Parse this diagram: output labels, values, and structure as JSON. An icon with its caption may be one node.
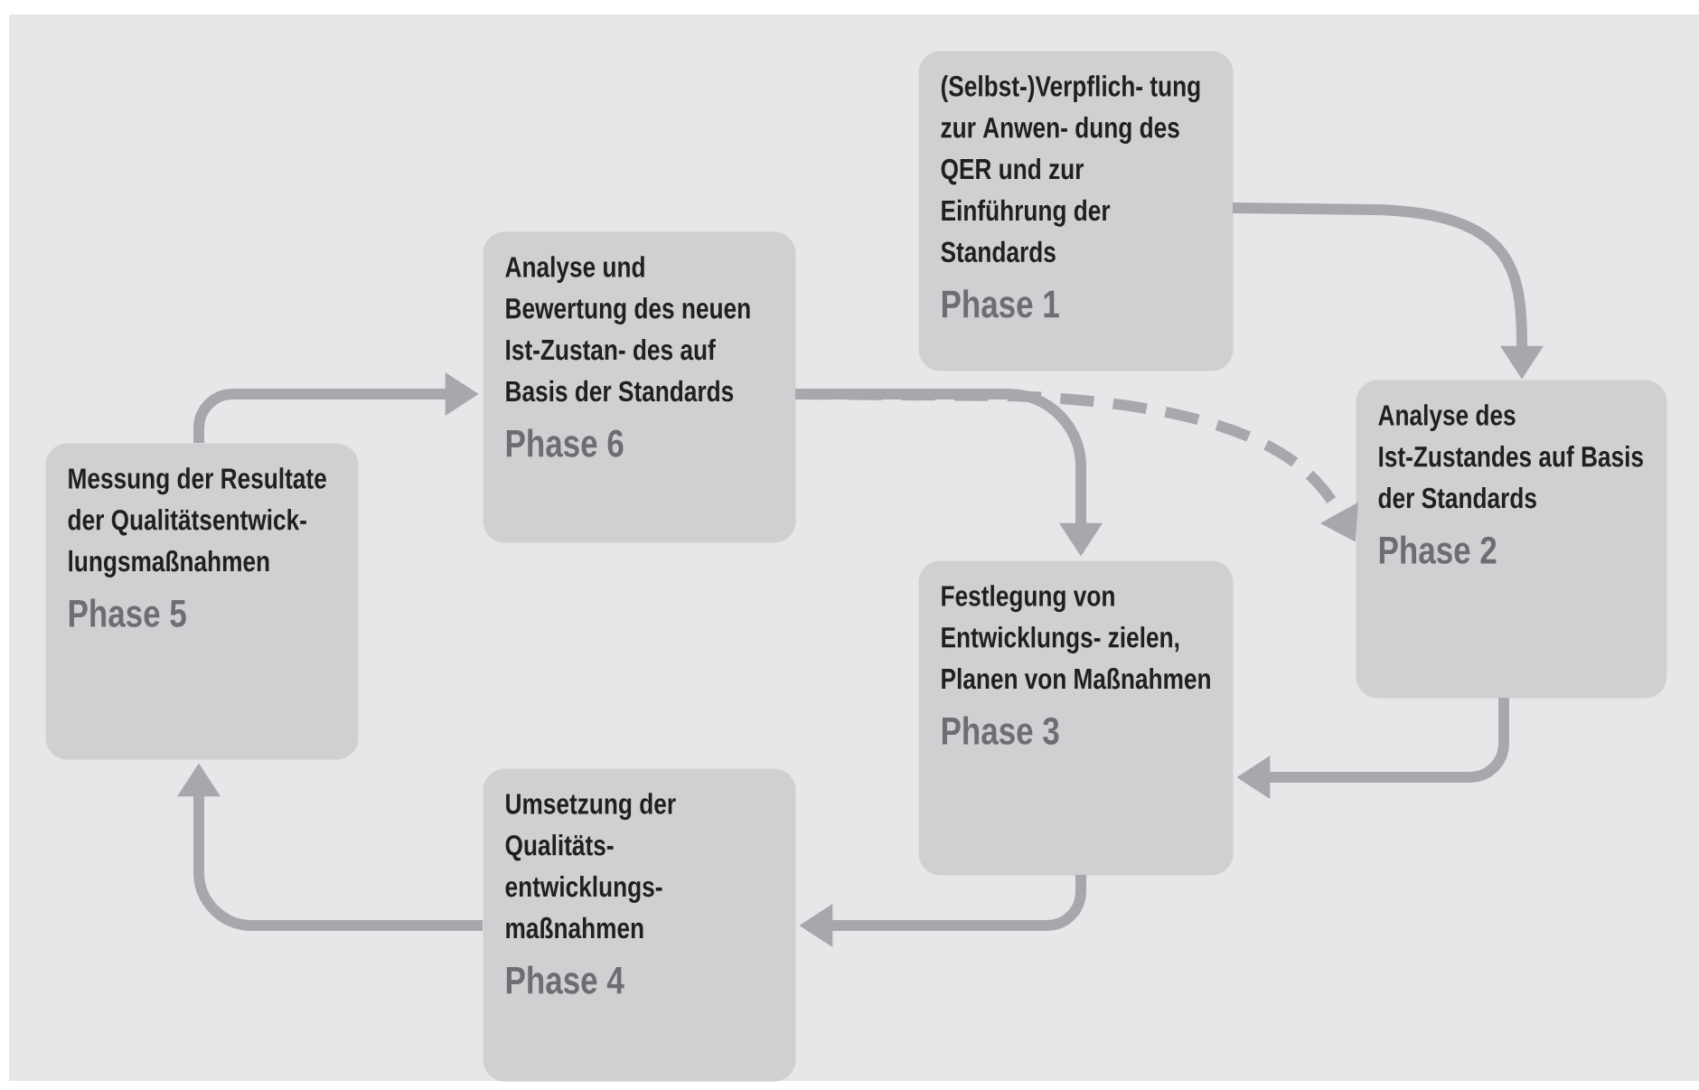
{
  "diagram": {
    "nodes": [
      {
        "text": [
          "(Selbst-)Verpflich- tung zur Anwen- dung des QER und zur Einführung der Standards",
          "Phase 1"
        ]
      },
      {
        "text": [
          "Analyse und Bewertung des neuen Ist-Zustan- des auf Basis der Standards",
          "Phase 6"
        ]
      },
      {
        "text": [
          "Analyse des Ist-Zustandes auf Basis der Standards",
          "Phase 2"
        ]
      },
      {
        "text": [
          "Messung der Resultate der Qualitätsentwick- lungsmaßnahmen",
          "Phase 5"
        ]
      },
      {
        "text": [
          "Festlegung von Entwicklungs- zielen, Planen von Maßnahmen",
          "Phase 3"
        ]
      },
      {
        "text": [
          "Umsetzung der Qualitäts- entwicklungs- maßnahmen",
          "Phase 4"
        ]
      }
    ],
    "edges": [
      {
        "from": 0,
        "to": 2,
        "arrow": "to"
      },
      {
        "from": 2,
        "to": 4,
        "arrow": "to"
      },
      {
        "from": 4,
        "to": 5,
        "arrow": "to"
      },
      {
        "from": 5,
        "to": 3,
        "arrow": "to"
      },
      {
        "from": 3,
        "to": 1,
        "arrow": "to"
      },
      {
        "from": 1,
        "to": 4,
        "arrow": "to"
      },
      {
        "from": 1,
        "to": 2,
        "arrow": "to",
        "style": "dashed"
      }
    ]
  }
}
